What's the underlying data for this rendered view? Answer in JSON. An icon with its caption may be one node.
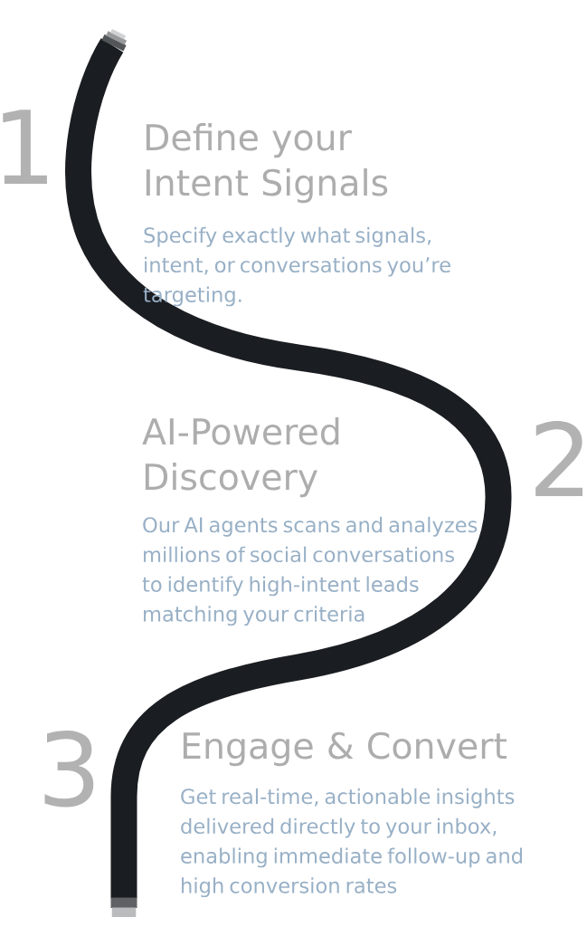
{
  "diagram": {
    "labels": [
      "1",
      "Define your Intent Signals",
      "Specify exactly what signals, intent, or conversations you’re targeting.",
      "AI-Powered Discovery",
      "Our AI agents scans and analyzes millions of social conversations to identify high-intent leads matching your criteria",
      "2",
      "3",
      "Engage & Convert",
      "Get real-time, actionable insights delivered directly to your inbox, enabling immediate follow-up and high conversion rates"
    ]
  }
}
